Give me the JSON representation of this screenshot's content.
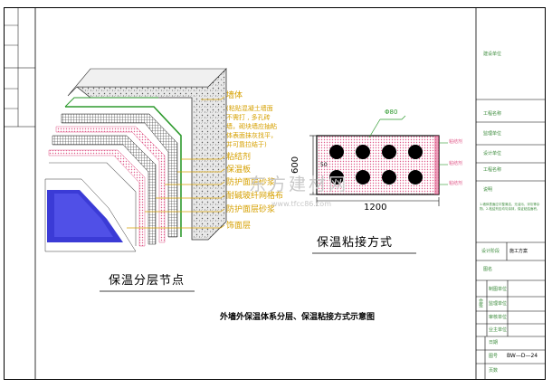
{
  "drawing": {
    "title": "外墙外保温体系分层、保温粘接方式示意图",
    "left_caption": "保温分层节点",
    "right_caption": "保温粘接方式",
    "watermark": "东方建材网",
    "watermark_url": "www.tfcc86.com"
  },
  "layer_labels": [
    "墙体",
    "(粘贴混凝土墙面",
    "不需打 , 多孔砖",
    "墙，砌块墙应抽粘",
    "体表面抹灰找平，",
    "并可靠拉结于)",
    "粘结剂",
    "保温板",
    "防护面层砂浆",
    "耐碱玻纤网格布",
    "防护面层砂浆",
    "饰面层"
  ],
  "bond_plan": {
    "dot_label": "Φ80",
    "width_label": "1200",
    "height_label": "600",
    "margin_label": "50",
    "right_labels": [
      "粘结剂",
      "粘结剂",
      "粘结剂"
    ]
  },
  "title_block": {
    "rows": [
      "建设单位",
      "工程名称",
      "监理单位",
      "设计单位",
      "工程名称",
      "说明"
    ],
    "note": "1.墙体表面应平整清洁，无油污、浮灰等杂物。2.粘结剂应均匀涂抹，保证粘结面积。",
    "stage_label": "设计阶段",
    "stage_value": "施工方案",
    "drawing_name_label": "图名",
    "sign_label": "会签",
    "sign_rows": [
      "制图单位",
      "监理单位",
      "审核单位",
      "业主单位"
    ],
    "date_label": "日期",
    "number_label": "图号",
    "number_value": "BW—D—24",
    "page_label": "页数"
  },
  "colors": {
    "frame": "#000000",
    "leader": "#d6a000",
    "adhesive": "#2e9a2e",
    "mortar": "#e05a8a",
    "insulation": "#444444",
    "finish": "#3b3bd6"
  }
}
